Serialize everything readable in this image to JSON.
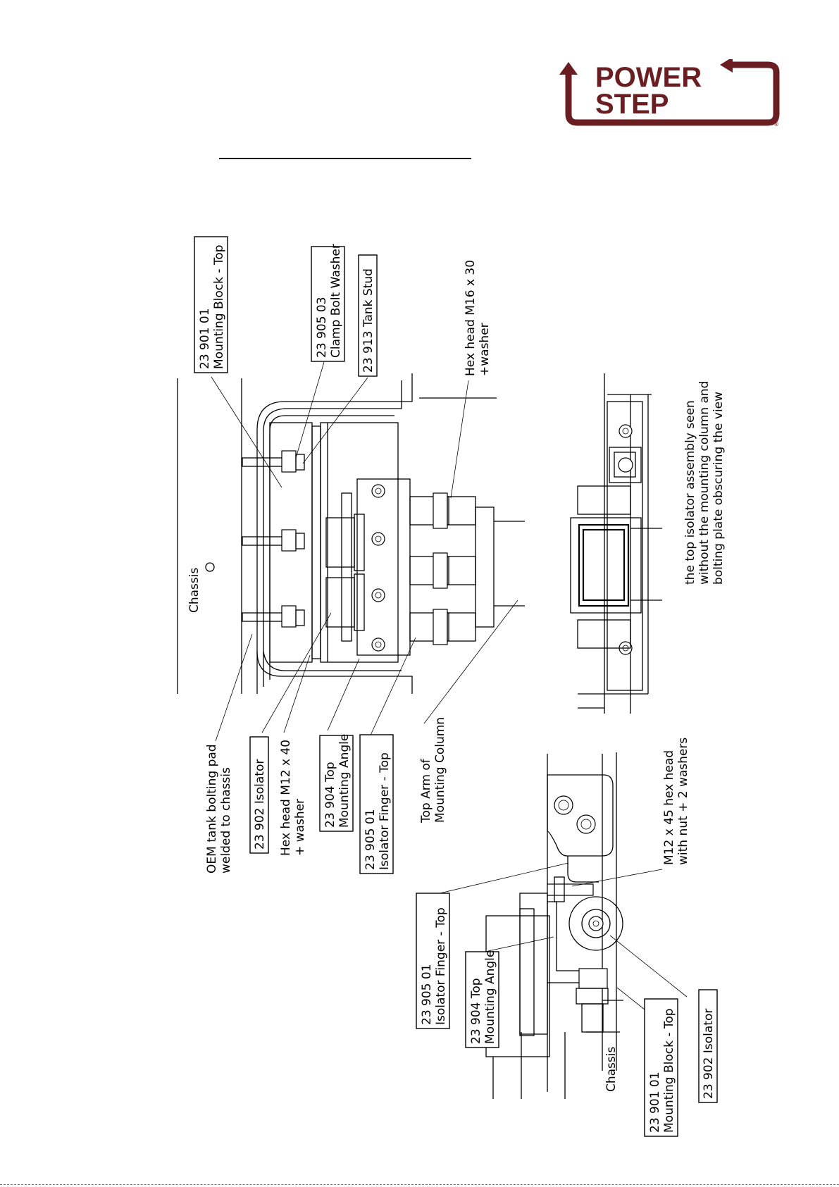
{
  "logo": {
    "line1": "POWER",
    "line2": "STEP",
    "reg": "®",
    "color": "#6b1e22"
  },
  "main_view": {
    "chassis": "Chassis",
    "labels": {
      "mounting_block_top": [
        "23 901 01",
        "Mounting Block - Top"
      ],
      "clamp_bolt_washer": [
        "23 905 03",
        "Clamp Bolt Washer"
      ],
      "tank_stud": [
        "23 913   Tank Stud"
      ],
      "hex_head_m16": [
        "Hex head M16 x 30",
        "+washer"
      ],
      "oem_pad": [
        "OEM tank bolting pad",
        "welded to chassis"
      ],
      "isolator": [
        "23 902   Isolator"
      ],
      "hex_head_m12": [
        "Hex head M12 x 40",
        "+ washer"
      ],
      "mounting_angle": [
        "23 904    Top",
        "Mounting Angle"
      ],
      "isolator_finger": [
        "23 905 01",
        "Isolator Finger - Top"
      ],
      "top_arm": [
        "Top Arm of",
        "Mounting Column"
      ]
    }
  },
  "side_note": [
    "the top isolator assembly seen",
    "without the mounting column and",
    "bolting plate obscuring the view"
  ],
  "detail_view": {
    "chassis": "Chassis",
    "labels": {
      "m12_bolt": [
        "M12 x 45 hex head",
        "with nut + 2 washers"
      ],
      "isolator_finger": [
        "23 905 01",
        "Isolator Finger - Top"
      ],
      "mounting_angle": [
        "23 904    Top",
        "Mounting Angle"
      ],
      "mounting_block": [
        "23 901 01",
        "Mounting Block - Top"
      ],
      "isolator": [
        "23 902   Isolator"
      ]
    }
  }
}
